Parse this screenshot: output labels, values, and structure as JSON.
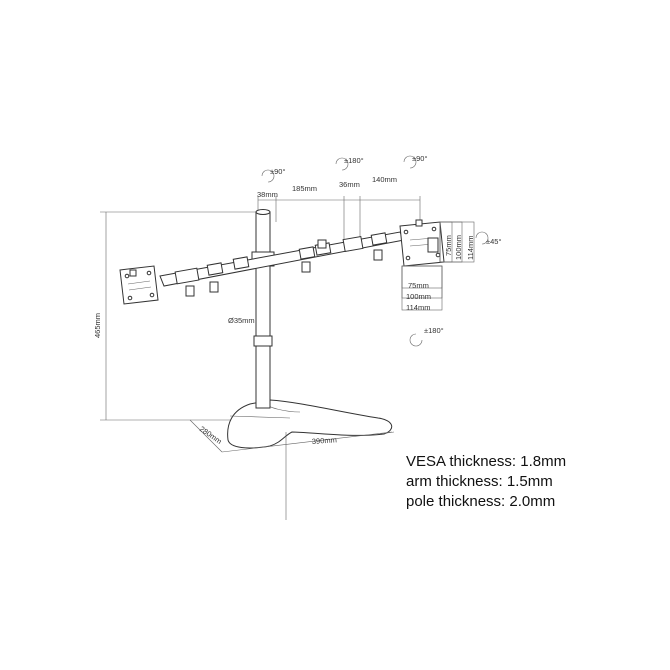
{
  "dimensions": {
    "d38": "38mm",
    "d185": "185mm",
    "d36": "36mm",
    "d140": "140mm",
    "height": "465mm",
    "pole": "Ø35mm",
    "base_depth": "280mm",
    "base_width": "390mm",
    "vesa_75": "75mm",
    "vesa_100": "100mm",
    "vesa_114": "114mm"
  },
  "rotations": {
    "left_tilt": "±90°",
    "middle_swivel": "±180°",
    "right_tilt": "±90°",
    "rotate_45": "±45°",
    "rotate_180": "±180°"
  },
  "specs": [
    "VESA thickness: 1.8mm",
    "arm thickness: 1.5mm",
    "pole thickness: 2.0mm"
  ]
}
